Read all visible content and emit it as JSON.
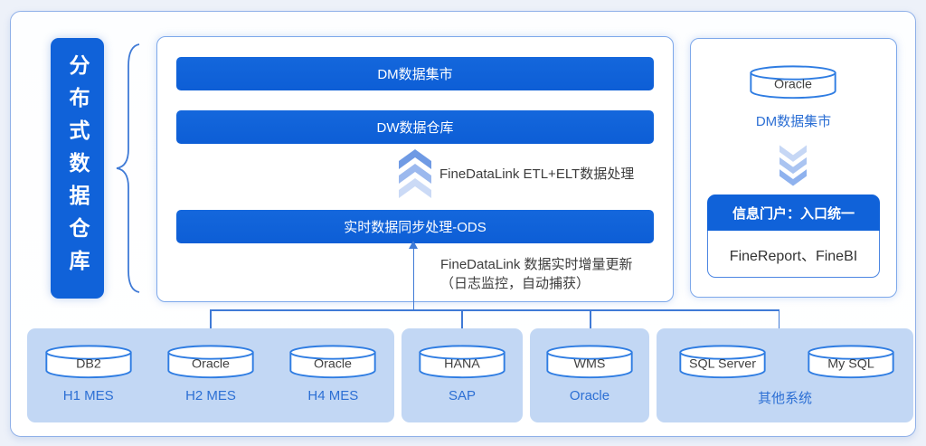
{
  "title_bar": {
    "label": "分布式数据仓库"
  },
  "warehouse_panel": {
    "dm_layer": "DM数据集市",
    "dw_layer": "DW数据仓库",
    "etl_label": "FineDataLink ETL+ELT数据处理",
    "ods_layer": "实时数据同步处理-ODS",
    "sync_note_line1": "FineDataLink 数据实时增量更新",
    "sync_note_line2": "（日志监控，自动捕获）"
  },
  "mart_panel": {
    "database": "Oracle",
    "title": "DM数据集市",
    "portal_header": "信息门户：入口统一",
    "portal_tools": "FineReport、FineBI"
  },
  "source_groups": [
    {
      "dbs": [
        "DB2",
        "Oracle",
        "Oracle"
      ],
      "systems": [
        "H1 MES",
        "H2 MES",
        "H4 MES"
      ]
    },
    {
      "dbs": [
        "HANA"
      ],
      "systems": [
        "SAP"
      ]
    },
    {
      "dbs": [
        "WMS"
      ],
      "systems": [
        "Oracle"
      ]
    },
    {
      "dbs": [
        "SQL Server",
        "My SQL"
      ],
      "systems": [
        "其他系统"
      ]
    }
  ],
  "icons": {
    "up_arrows": "triple-chevron-up",
    "down_arrows": "triple-chevron-down",
    "database": "cylinder",
    "grouping": "curly-brace"
  },
  "colors": {
    "primary_blue": "#1062d9",
    "light_box_blue": "#c2d7f4",
    "connector_blue": "#3f7ad6",
    "label_blue": "#2c6fd4"
  }
}
